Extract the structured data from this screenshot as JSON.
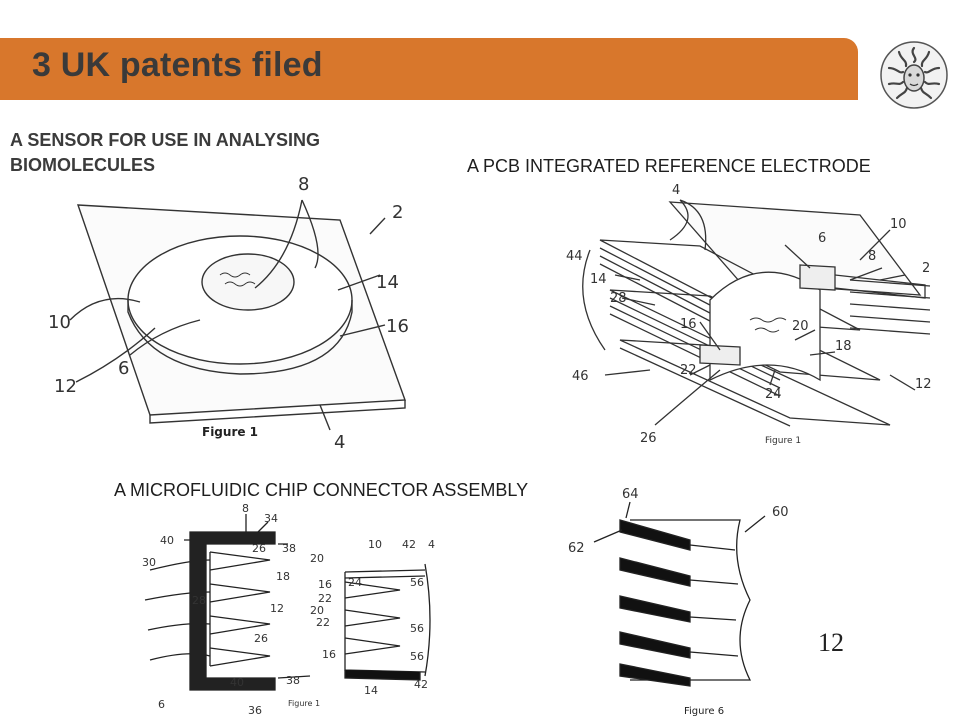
{
  "slide": {
    "title": "3 UK patents filed",
    "page_number": "12"
  },
  "sections": {
    "sensor": {
      "heading_line1": "A SENSOR FOR USE IN ANALYSING",
      "heading_line2": "BIOMOLECULES",
      "figure_caption": "Figure 1",
      "labels": [
        "8",
        "2",
        "10",
        "14",
        "16",
        "6",
        "12",
        "4"
      ]
    },
    "pcb": {
      "heading": "A PCB INTEGRATED REFERENCE ELECTRODE",
      "figure_caption": "Figure 1",
      "labels": [
        "4",
        "10",
        "6",
        "44",
        "14",
        "8",
        "2",
        "28",
        "16",
        "20",
        "18",
        "46",
        "22",
        "24",
        "12",
        "26"
      ]
    },
    "microfluidic": {
      "heading": "A MICROFLUIDIC CHIP CONNECTOR ASSEMBLY",
      "figure1_caption": "Figure 1",
      "figure6_caption": "Figure 6",
      "labels_left": [
        "8",
        "34",
        "40",
        "26",
        "38",
        "18",
        "30",
        "28",
        "12",
        "26",
        "40",
        "38",
        "6",
        "36"
      ],
      "labels_mid": [
        "10",
        "42",
        "4",
        "20",
        "24",
        "56",
        "16",
        "22",
        "20",
        "22",
        "56",
        "16",
        "56",
        "14",
        "42"
      ],
      "labels_right": [
        "64",
        "60",
        "62"
      ]
    }
  },
  "colors": {
    "title_bar": "#d8772c",
    "title_text": "#3a3a3a",
    "heading_text": "#3b3b3b"
  },
  "icons": {
    "logo": "medusa-head-logo"
  }
}
